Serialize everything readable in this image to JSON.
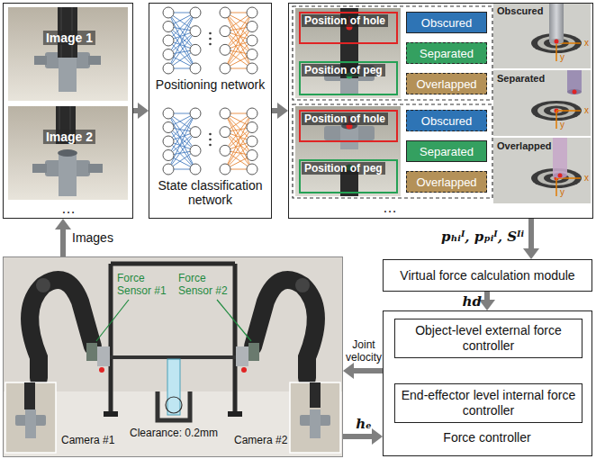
{
  "diagram": {
    "nodes": [
      {
        "text": [
          "Image 1",
          "Image 2",
          "…"
        ]
      },
      {
        "text": [
          "Positioning network",
          "State classification network"
        ]
      },
      {
        "text": [
          "…"
        ]
      },
      {
        "text": [
          "Position of hole"
        ],
        "in": 2
      },
      {
        "text": [
          "Position of peg"
        ],
        "in": 2
      },
      {
        "text": [
          "Obscured"
        ],
        "in": 2
      },
      {
        "text": [
          "Separated"
        ],
        "in": 2
      },
      {
        "text": [
          "Overlapped"
        ],
        "in": 2
      },
      {
        "text": [
          "Position of hole"
        ],
        "in": 2
      },
      {
        "text": [
          "Position of peg"
        ],
        "in": 2
      },
      {
        "text": [
          "Obscured"
        ],
        "in": 2
      },
      {
        "text": [
          "Separated"
        ],
        "in": 2
      },
      {
        "text": [
          "Overlapped"
        ],
        "in": 2
      },
      {
        "text": [
          "Virtual force calculation module"
        ]
      },
      {
        "text": [
          "Force controller"
        ]
      },
      {
        "text": [
          "Object-level external force controller"
        ],
        "in": 14
      },
      {
        "text": [
          "End-effector level internal force controller"
        ],
        "in": 14
      },
      {
        "text": [
          "Force Sensor #1",
          "Force Sensor #2",
          "Clearance: 0.2mm",
          "Camera #1",
          "Camera #2"
        ]
      }
    ],
    "edges": [
      {
        "from": 17,
        "to": 0,
        "label": "Images",
        "arrow": "to"
      },
      {
        "from": 0,
        "to": 1,
        "arrow": "to"
      },
      {
        "from": 1,
        "to": 2,
        "arrow": "to"
      },
      {
        "from": 2,
        "to": 13,
        "label": "pₕᵢᴵ, pₚᵢᴵ, Sᴵⁱ",
        "arrow": "to"
      },
      {
        "from": 13,
        "to": 14,
        "label": "hd",
        "arrow": "to"
      },
      {
        "from": 14,
        "to": 17,
        "label": "Joint velocity",
        "arrow": "to"
      },
      {
        "from": 17,
        "to": 14,
        "label": "hₑ",
        "arrow": "to"
      },
      {
        "from": 15,
        "to": 16,
        "arrow": "to"
      }
    ],
    "labels": [
      "Obscured",
      "x",
      "y",
      "Separated",
      "x",
      "y",
      "Overlapped",
      "x",
      "y"
    ]
  }
}
